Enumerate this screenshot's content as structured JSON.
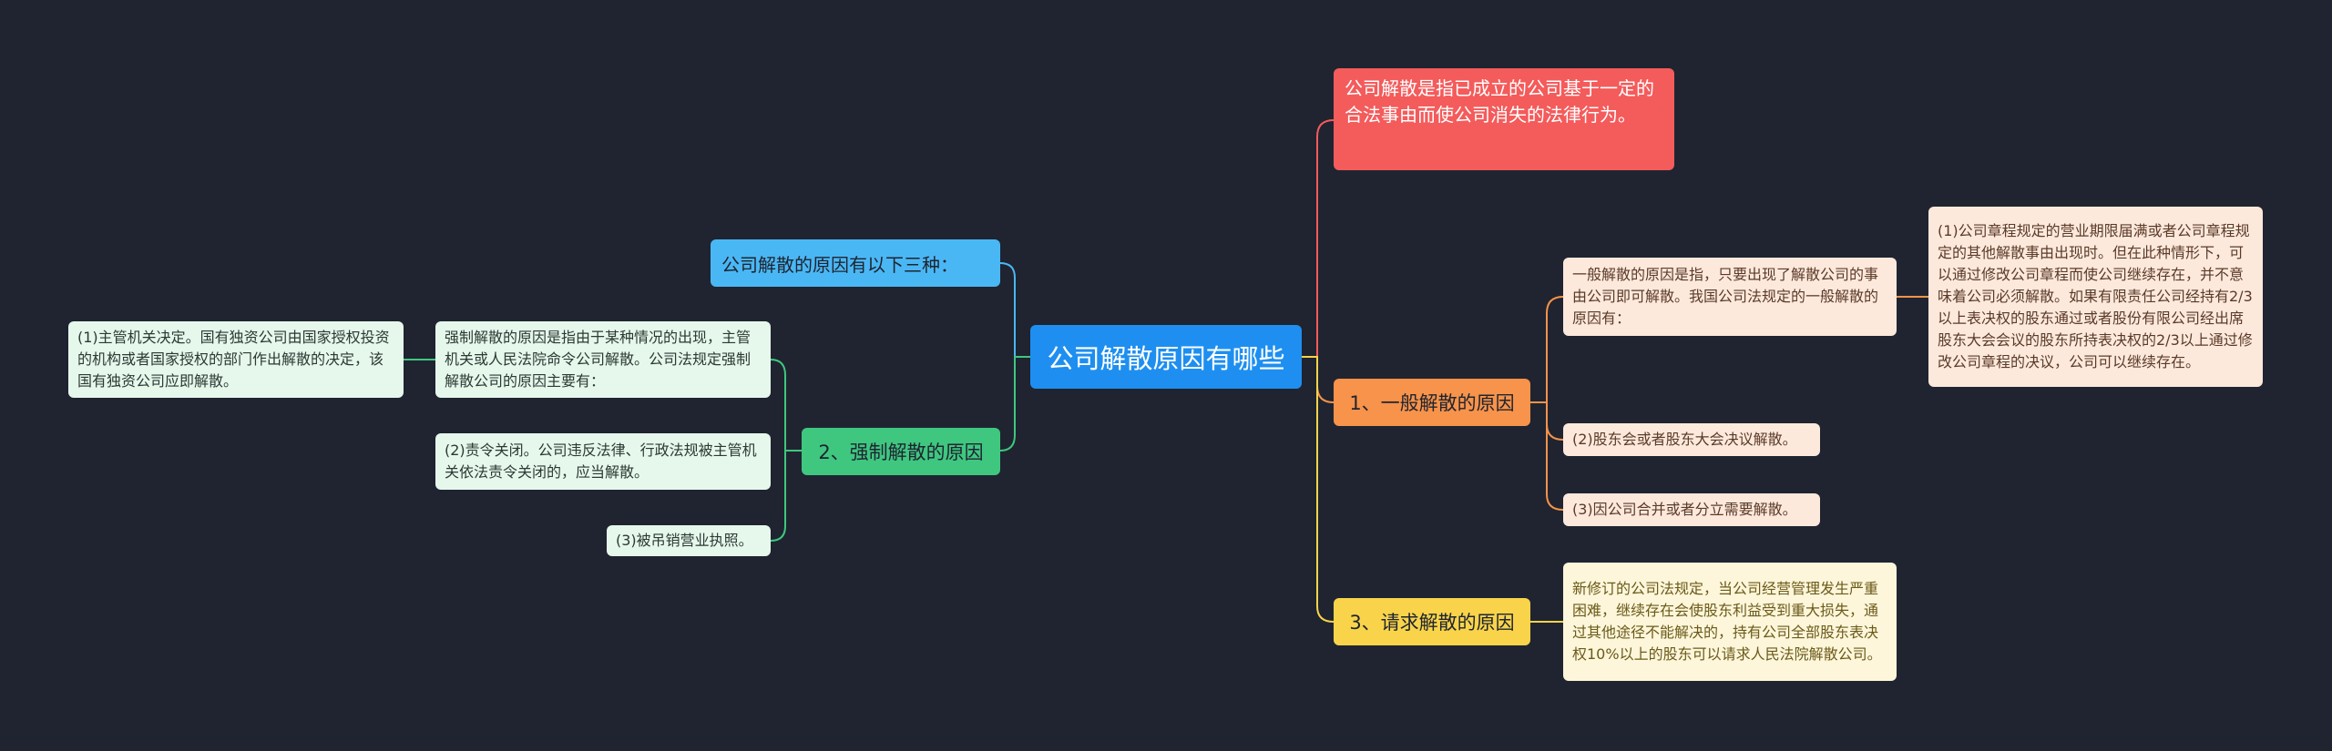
{
  "root": {
    "label": "公司解散原因有哪些"
  },
  "definition": {
    "text": "公司解散是指已成立的公司基于一定的合法事由而使公司消失的法律行为。"
  },
  "intro": {
    "text": "公司解散的原因有以下三种："
  },
  "forced": {
    "label": "2、强制解散的原因",
    "desc": "强制解散的原因是指由于某种情况的出现，主管机关或人民法院命令公司解散。公司法规定强制解散公司的原因主要有：",
    "item1": "(1)主管机关决定。国有独资公司由国家授权投资的机构或者国家授权的部门作出解散的决定，该国有独资公司应即解散。",
    "item2": "(2)责令关闭。公司违反法律、行政法规被主管机关依法责令关闭的，应当解散。",
    "item3": "(3)被吊销营业执照。"
  },
  "general": {
    "label": "1、一般解散的原因",
    "desc": "一般解散的原因是指，只要出现了解散公司的事由公司即可解散。我国公司法规定的一般解散的原因有：",
    "item1": "(1)公司章程规定的营业期限届满或者公司章程规定的其他解散事由出现时。但在此种情形下，可以通过修改公司章程而使公司继续存在，并不意味着公司必须解散。如果有限责任公司经持有2/3以上表决权的股东通过或者股份有限公司经出席股东大会会议的股东所持表决权的2/3以上通过修改公司章程的决议，公司可以继续存在。",
    "item2": "(2)股东会或者股东大会决议解散。",
    "item3": "(3)因公司合并或者分立需要解散。"
  },
  "request": {
    "label": "3、请求解散的原因",
    "desc": "新修订的公司法规定，当公司经营管理发生严重困难，继续存在会使股东利益受到重大损失，通过其他途径不能解决的，持有公司全部股东表决权10%以上的股东可以请求人民法院解散公司。"
  },
  "colors": {
    "background": "#1f2430",
    "root": "#1e8ff0",
    "red": "#f45b5b",
    "blue": "#4ab7f5",
    "green": "#3fc780",
    "orange": "#f7934a",
    "yellow": "#f9d44a"
  }
}
